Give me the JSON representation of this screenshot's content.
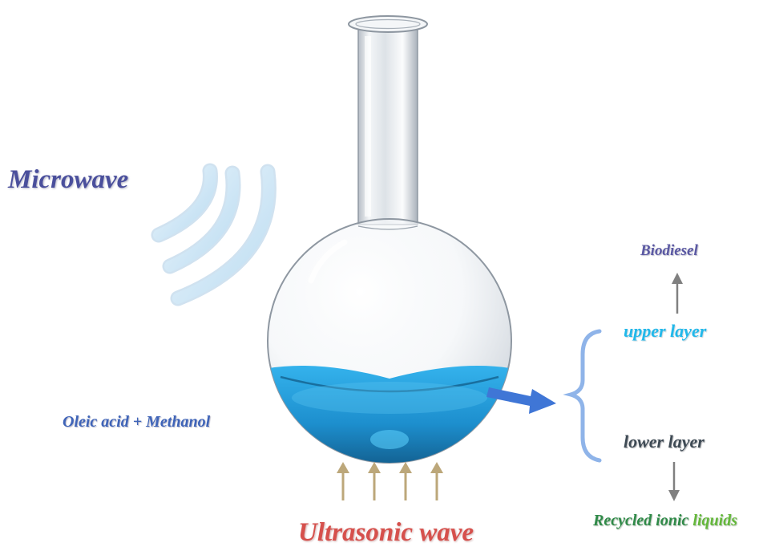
{
  "labels": {
    "microwave": "Microwave",
    "reactants": "Oleic acid + Methanol",
    "ultrasonic": "Ultrasonic wave",
    "biodiesel": "Biodiesel",
    "upper_layer": "upper layer",
    "lower_layer": "lower layer",
    "recycled_part1": "Recycled ionic",
    "recycled_part2": "liquids"
  },
  "icons": {
    "microwave_waves": "microwave-waves-icon",
    "ultrasonic_arrows": "up-arrow-icon",
    "flask": "round-bottom-flask-icon",
    "separation_arrow": "right-arrow-icon",
    "layer_brace": "curly-brace-icon",
    "product_arrows": "vertical-arrow-icon"
  },
  "ultrasonic_arrow_count": 4,
  "colors": {
    "microwave_text": "#4a4f9c",
    "reactants_text": "#3f64b8",
    "ultrasonic_text": "#d6504c",
    "biodiesel_text": "#5b59a3",
    "upper_layer_text": "#21b8ea",
    "lower_layer_text": "#3e4a54",
    "recycled_text_dark": "#2f8a48",
    "recycled_text_light": "#64b83a",
    "liquid": "#2aa6e0",
    "wave": "#d3e9f7",
    "ultrasonic_arrow": "#bca77a",
    "flow_arrow": "#3f76d6",
    "gray_arrow": "#808080"
  }
}
